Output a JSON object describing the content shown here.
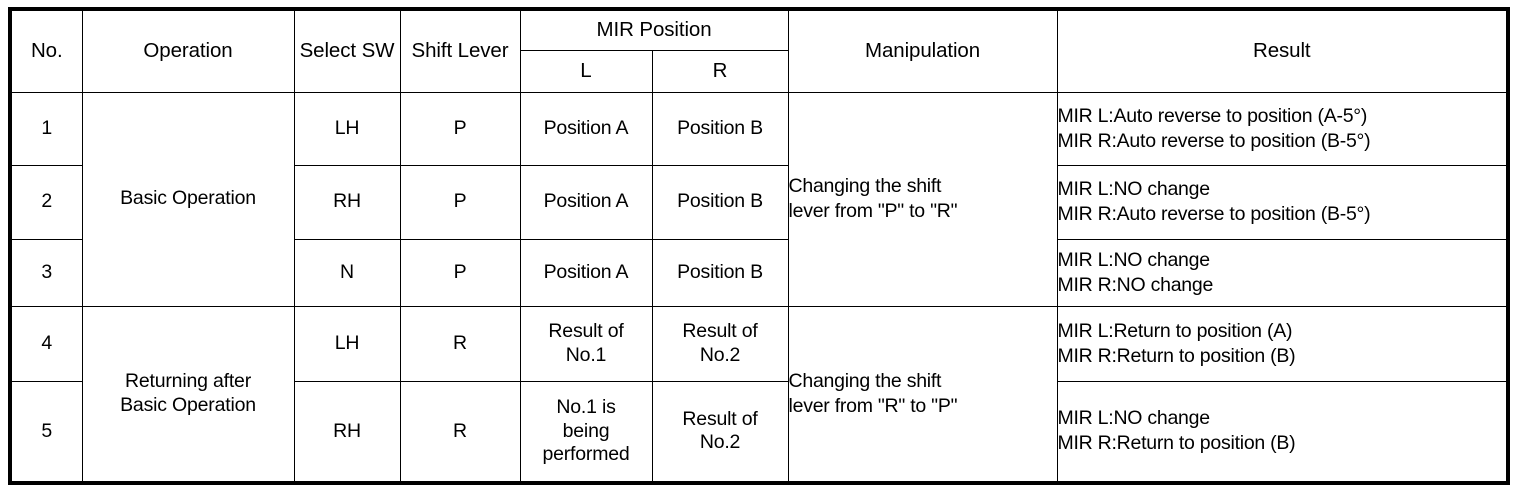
{
  "table": {
    "headers": {
      "no": "No.",
      "operation": "Operation",
      "select_sw_line1": "Select",
      "select_sw_line2": "SW",
      "shift_lever_line1": "Shift",
      "shift_lever_line2": "Lever",
      "mir_position": "MIR Position",
      "mir_l": "L",
      "mir_r": "R",
      "manipulation": "Manipulation",
      "result": "Result"
    },
    "groups": [
      {
        "operation": "Basic Operation",
        "manipulation_line1": "Changing the shift",
        "manipulation_line2": "lever from \"P\" to \"R\"",
        "rows": [
          {
            "no": "1",
            "select_sw": "LH",
            "shift_lever": "P",
            "mir_l": "Position A",
            "mir_r": "Position B",
            "result_line1": "MIR L:Auto reverse to position (A-5°)",
            "result_line2": "MIR R:Auto reverse to position (B-5°)"
          },
          {
            "no": "2",
            "select_sw": "RH",
            "shift_lever": "P",
            "mir_l": "Position A",
            "mir_r": "Position B",
            "result_line1": "MIR L:NO change",
            "result_line2": "MIR R:Auto reverse to position (B-5°)"
          },
          {
            "no": "3",
            "select_sw": "N",
            "shift_lever": "P",
            "mir_l": "Position A",
            "mir_r": "Position B",
            "result_line1": "MIR L:NO change",
            "result_line2": "MIR R:NO change"
          }
        ]
      },
      {
        "operation_line1": "Returning after",
        "operation_line2": "Basic Operation",
        "manipulation_line1": "Changing the shift",
        "manipulation_line2": "lever from \"R\" to \"P\"",
        "rows": [
          {
            "no": "4",
            "select_sw": "LH",
            "shift_lever": "R",
            "mir_l_line1": "Result of",
            "mir_l_line2": "No.1",
            "mir_r_line1": "Result of",
            "mir_r_line2": "No.2",
            "result_line1": "MIR L:Return to position (A)",
            "result_line2": "MIR R:Return to position (B)"
          },
          {
            "no": "5",
            "select_sw": "RH",
            "shift_lever": "R",
            "mir_l_line1": "No.1 is",
            "mir_l_line2": "being",
            "mir_l_line3": "performed",
            "mir_r_line1": "Result of",
            "mir_r_line2": "No.2",
            "result_line1": "MIR L:NO change",
            "result_line2": "MIR R:Return to position (B)"
          }
        ]
      }
    ]
  }
}
